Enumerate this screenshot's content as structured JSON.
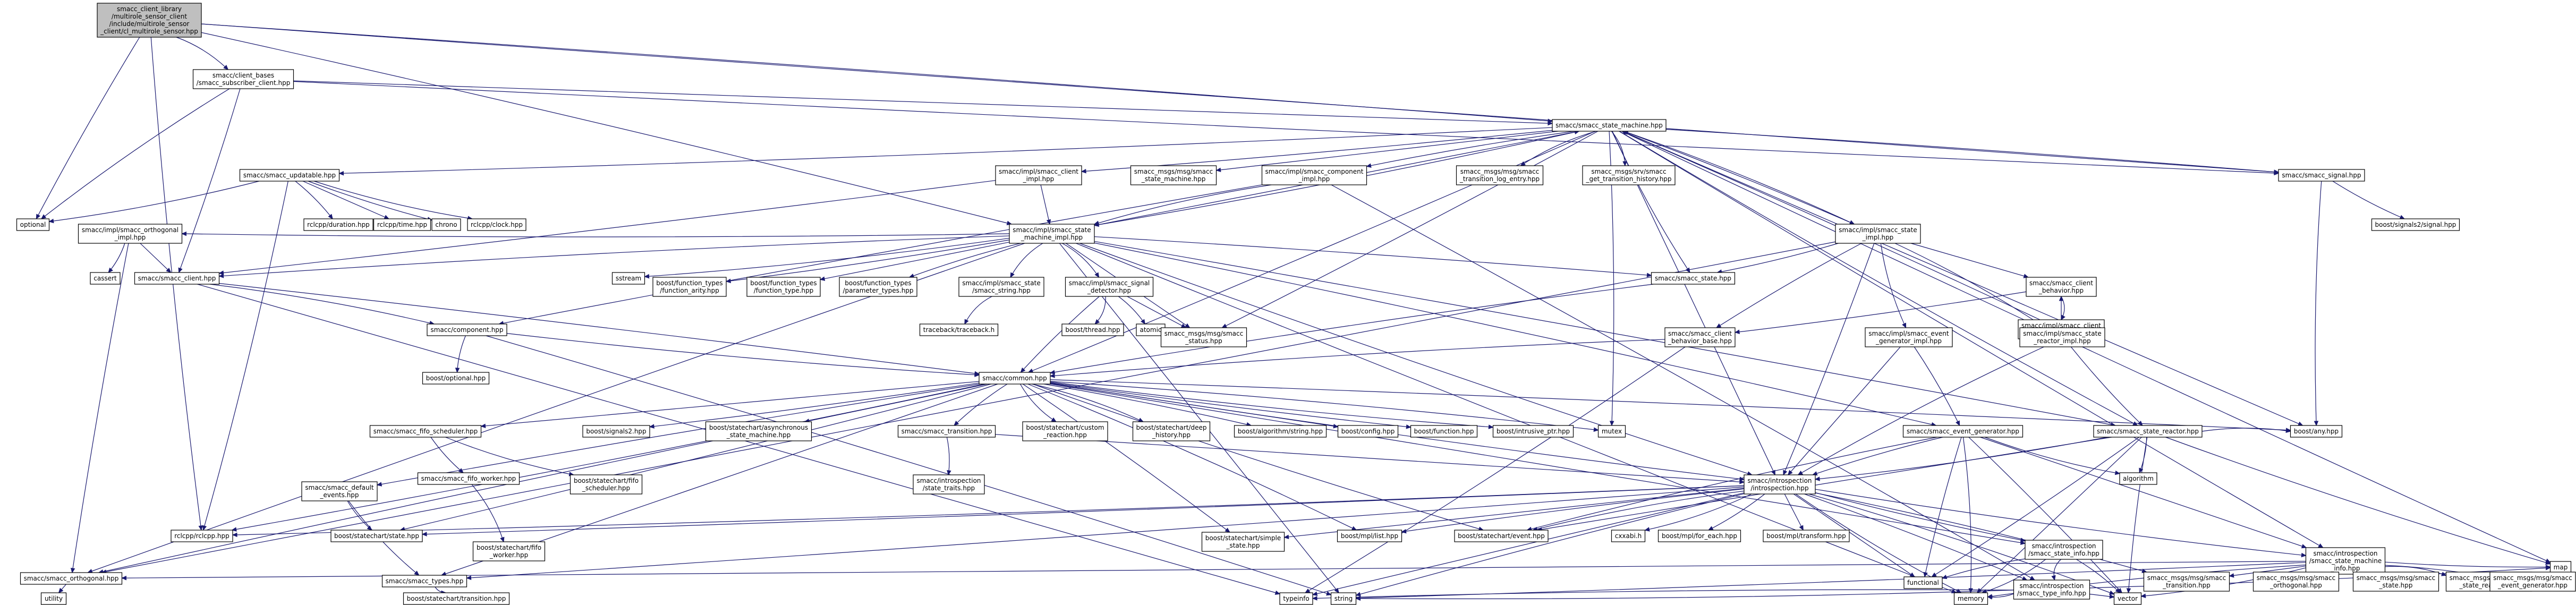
{
  "nodes": {
    "root": "smacc_client_library\n/multirole_sensor_client\n/include/multirole_sensor\n_client/cl_multirole_sensor.hpp",
    "subscriber_client": "smacc/client_bases\n/smacc_subscriber_client.hpp",
    "state_machine": "smacc/smacc_state_machine.hpp",
    "signal": "smacc/smacc_signal.hpp",
    "boost_any": "boost/any.hpp",
    "map": "map",
    "optional": "optional",
    "updatable": "smacc/smacc_updatable.hpp",
    "client_impl": "smacc/impl/smacc_client\n_impl.hpp",
    "msg_state_machine": "smacc_msgs/msg/smacc\n_state_machine.hpp",
    "component_impl": "smacc/impl/smacc_component\n_impl.hpp",
    "msg_transition_log": "smacc_msgs/msg/smacc\n_transition_log_entry.hpp",
    "srv_transition_history": "smacc_msgs/srv/smacc\n_get_transition_history.hpp",
    "boost_signals_signal": "boost/signals2/signal.hpp",
    "rclcpp_duration": "rclcpp/duration.hpp",
    "rclcpp_time": "rclcpp/time.hpp",
    "chrono": "chrono",
    "rclcpp_clock": "rclcpp/clock.hpp",
    "impl_orthogonal": "smacc/impl/smacc_orthogonal\n_impl.hpp",
    "sm_impl": "smacc/impl/smacc_state\n_machine_impl.hpp",
    "state_impl": "smacc/impl/smacc_state\n_impl.hpp",
    "cassert": "cassert",
    "smacc_client": "smacc/smacc_client.hpp",
    "sstream": "sstream",
    "bf_function_arity": "boost/function_types\n/function_arity.hpp",
    "bf_function_type": "boost/function_types\n/function_type.hpp",
    "bf_parameter_types": "boost/function_types\n/parameter_types.hpp",
    "string_impl": "smacc/impl/smacc_state\n/smacc_string.hpp",
    "signal_detector": "smacc/impl/smacc_signal\n_detector.hpp",
    "smacc_state": "smacc/smacc_state.hpp",
    "client_behavior": "smacc/smacc_client\n_behavior.hpp",
    "client_behavior_impl": "smacc/impl/smacc_client\n_behavior_impl.hpp",
    "client_behavior_base": "smacc/smacc_client\n_behavior_base.hpp",
    "event_generator_impl": "smacc/impl/smacc_event\n_generator_impl.hpp",
    "state_reactor_impl": "smacc/impl/smacc_state\n_reactor_impl.hpp",
    "traceback_ts": "traceback/traceback.h",
    "boost_thread": "boost/thread.hpp",
    "atomic": "atomic",
    "msg_status": "smacc_msgs/msg/smacc\n_status.hpp",
    "component": "smacc/component.hpp",
    "boost_optional": "boost/optional.hpp",
    "common": "smacc/common.hpp",
    "mutex": "mutex",
    "event_generator": "smacc/smacc_event_generator.hpp",
    "state_reactor": "smacc/smacc_state_reactor.hpp",
    "algorithm": "algorithm",
    "fifo_scheduler": "smacc/smacc_fifo_scheduler.hpp",
    "boost_signals2": "boost/signals2.hpp",
    "async_sm": "boost/statechart/asynchronous\n_state_machine.hpp",
    "smacc_transition": "smacc/smacc_transition.hpp",
    "custom_reaction": "boost/statechart/custom\n_reaction.hpp",
    "deep_history": "boost/statechart/deep\n_history.hpp",
    "algorithm_string": "boost/algorithm/string.hpp",
    "boost_config": "boost/config.hpp",
    "boost_function": "boost/function.hpp",
    "intrusive_ptr": "boost/intrusive_ptr.hpp",
    "fifo_worker": "smacc/smacc_fifo_worker.hpp",
    "statechart_fifo_scheduler": "boost/statechart/fifo\n_scheduler.hpp",
    "state_stats": "smacc/introspection\n/state_traits.hpp",
    "default_events": "smacc/smacc_default\n_events.hpp",
    "introspection": "smacc/introspection\n/introspection.hpp",
    "rclcpp": "rclcpp/rclcpp.hpp",
    "statechart_state": "boost/statechart/state.hpp",
    "statechart_fifo_worker": "boost/statechart/fifo\n_worker.hpp",
    "simple_state": "boost/statechart/simple\n_state.hpp",
    "mpl_list": "boost/mpl/list.hpp",
    "statechart_event": "boost/statechart/event.hpp",
    "cxxabi": "cxxabi.h",
    "mpl_for_each": "boost/mpl/for_each.hpp",
    "mpl_transform": "boost/mpl/transform.hpp",
    "state_info": "smacc/introspection\n/smacc_state_info.hpp",
    "sm_info": "smacc/introspection\n/smacc_state_machine\n_info.hpp",
    "smacc_orthogonal": "smacc/smacc_orthogonal.hpp",
    "smacc_types": "smacc/smacc_types.hpp",
    "msg_transition": "smacc_msgs/msg/smacc\n_transition.hpp",
    "msg_orthogonal": "smacc_msgs/msg/smacc\n_orthogonal.hpp",
    "msg_state": "smacc_msgs/msg/smacc\n_state.hpp",
    "msg_state_reactor": "smacc_msgs/msg/smacc\n_state_reactor.hpp",
    "msg_event_generator": "smacc_msgs/msg/smacc\n_event_generator.hpp",
    "functional": "functional",
    "type_info": "smacc/introspection\n/smacc_type_info.hpp",
    "utility": "utility",
    "statechart_transition": "boost/statechart/transition.hpp",
    "typeinfo": "typeinfo",
    "string": "string",
    "memory": "memory",
    "vector": "vector"
  }
}
